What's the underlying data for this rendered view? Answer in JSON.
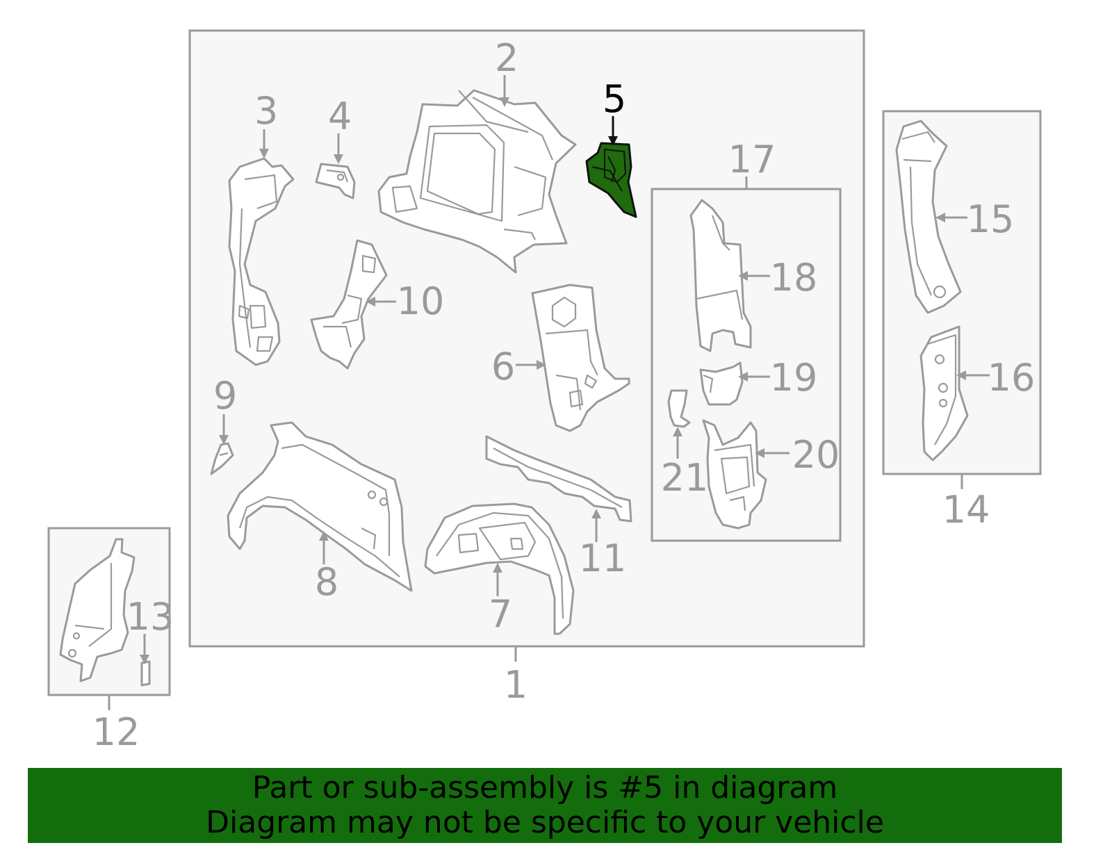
{
  "callouts": {
    "c1": "1",
    "c2": "2",
    "c3": "3",
    "c4": "4",
    "c5": "5",
    "c6": "6",
    "c7": "7",
    "c8": "8",
    "c9": "9",
    "c10": "10",
    "c11": "11",
    "c12": "12",
    "c13": "13",
    "c14": "14",
    "c15": "15",
    "c16": "16",
    "c17": "17",
    "c18": "18",
    "c19": "19",
    "c20": "20",
    "c21": "21"
  },
  "highlight": {
    "part_number": "5",
    "color": "#1f6b0d"
  },
  "banner": {
    "line1": "Part or sub-assembly is #5 in diagram",
    "line2": "Diagram may not be specific to your vehicle",
    "background": "#136d0c"
  }
}
